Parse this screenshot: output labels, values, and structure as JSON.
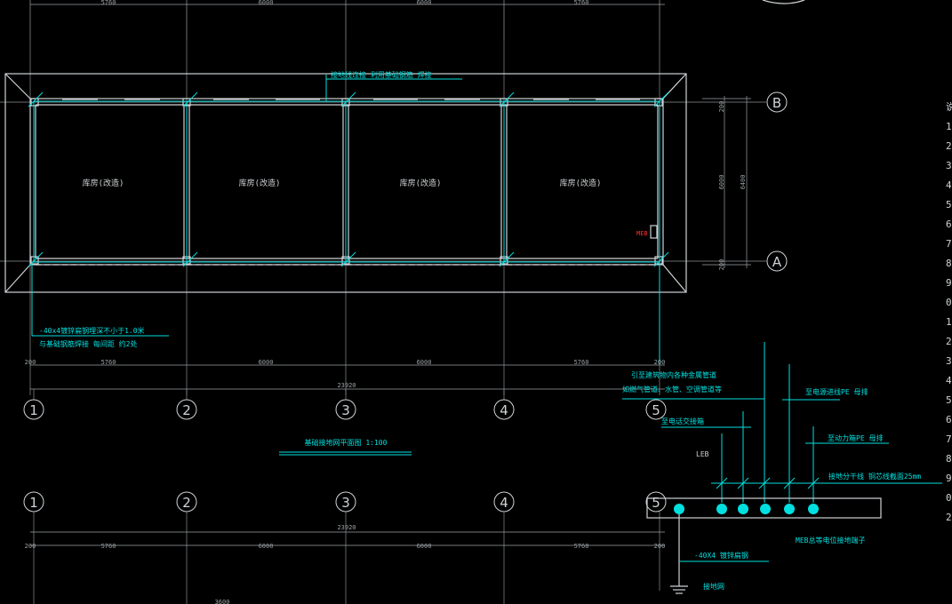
{
  "drawing_title": "基础接地网平面图 1:100",
  "room_label": "库房(改造)",
  "rooms": [
    "库房(改造)",
    "库房(改造)",
    "库房(改造)",
    "库房(改造)"
  ],
  "axes_columns": [
    "1",
    "2",
    "3",
    "4",
    "5"
  ],
  "axes_rows": [
    "B",
    "A"
  ],
  "dim_top": [
    "5760",
    "6000",
    "6000",
    "5760"
  ],
  "dim_bottom_segments": [
    "200",
    "5760",
    "6000",
    "6000",
    "5760",
    "200"
  ],
  "dim_total": "23920",
  "dim_side": [
    "200",
    "6000",
    "200",
    "6400"
  ],
  "note_top": "接地线连接 利用基础钢筋 焊接",
  "note_left_1": "-40x4镀锌扁钢埋深不小于1.0米",
  "note_left_2": "与基础钢筋焊接 每间距 约2处",
  "meb_tag": "MEB",
  "legend": {
    "line_1": "引至建筑物内各种金属管道",
    "line_2": "如燃气管道、水管、空调管道等",
    "leb": "LEB",
    "wire_1": "至电源进线PE 母排",
    "wire_2": "至电话交接箱",
    "wire_3": "至动力箱PE 母排",
    "wire_4": "接地分干线 铜芯线截面25mm",
    "bus_label": "MEB总等电位接地端子",
    "steel": "-40X4 镀锌扁钢",
    "earth": "接地网"
  },
  "lower_partial_dim": "3600",
  "right_column_fragments": [
    "说",
    "1",
    "2",
    "3",
    "4",
    "5",
    "6",
    "7",
    "8",
    "9",
    "0",
    "1",
    "2",
    "3",
    "4",
    "5",
    "6",
    "7",
    "8",
    "9",
    "0",
    "2"
  ],
  "colors": {
    "background": "#000000",
    "cyan": "#00e0e0",
    "white": "#cfd3d6",
    "red": "#ff3030"
  }
}
